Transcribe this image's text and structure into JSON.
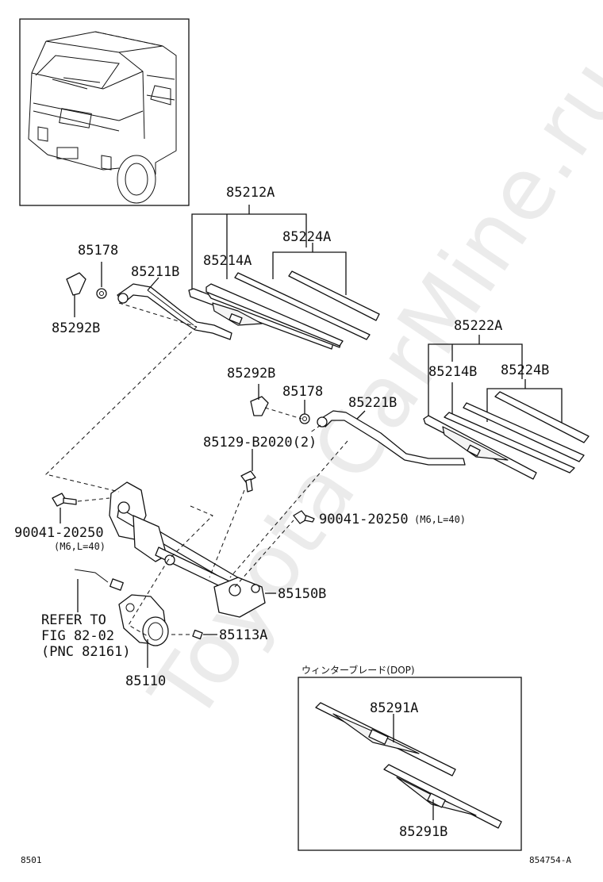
{
  "watermark": "ToyotaCarMine.ru",
  "parts": {
    "p85212A": "85212A",
    "p85224A": "85224A",
    "p85214A": "85214A",
    "p85178_top": "85178",
    "p85211B": "85211B",
    "p85292B_top": "85292B",
    "p85222A": "85222A",
    "p85214B": "85214B",
    "p85224B": "85224B",
    "p85292B_mid": "85292B",
    "p85178_mid": "85178",
    "p85221B": "85221B",
    "p85129": "85129-B2020(2)",
    "p90041_right": "90041-20250",
    "p90041_right_spec": "(M6,L=40)",
    "p90041_left": "90041-20250",
    "p90041_left_spec": "(M6,L=40)",
    "p85150B": "85150B",
    "p85113A": "85113A",
    "p85110": "85110",
    "p85291A": "85291A",
    "p85291B": "85291B"
  },
  "refer": {
    "line1": "REFER TO",
    "line2": "FIG 82-02",
    "line3": "(PNC 82161)"
  },
  "winter_box_title": "ウィンターブレード(DOP)",
  "footer": {
    "left": "8501",
    "right": "854754-A"
  }
}
